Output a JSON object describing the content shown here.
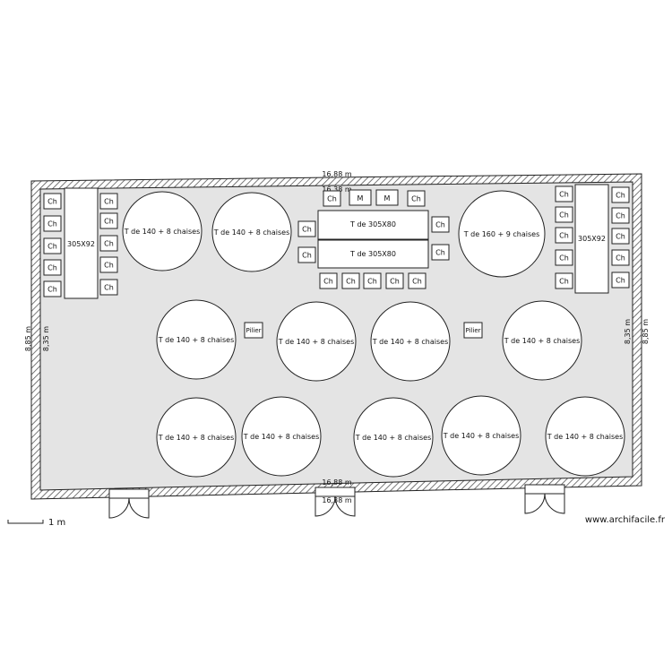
{
  "dimensions": {
    "top_outer": "16,88 m",
    "top_inner": "16,38 m",
    "bottom_outer": "16,88 m",
    "bottom_inner": "16,38 m",
    "left_outer": "8,85 m",
    "left_inner": "8,35 m",
    "right_outer": "8,85 m",
    "right_inner": "8,35 m"
  },
  "scale_label": "1 m",
  "watermark": "www.archifacile.fr",
  "labels": {
    "chair": "Ch",
    "m": "M",
    "pillar": "Pilier",
    "side_table": "305X92",
    "rect_table": "T de 305X80",
    "round_140": "T de 140 + 8 chaises",
    "round_160": "T de 160 + 9 chaises"
  },
  "colors": {
    "floor": "#e4e4e4",
    "wall_hatch": "#555555",
    "outline": "#222222"
  }
}
